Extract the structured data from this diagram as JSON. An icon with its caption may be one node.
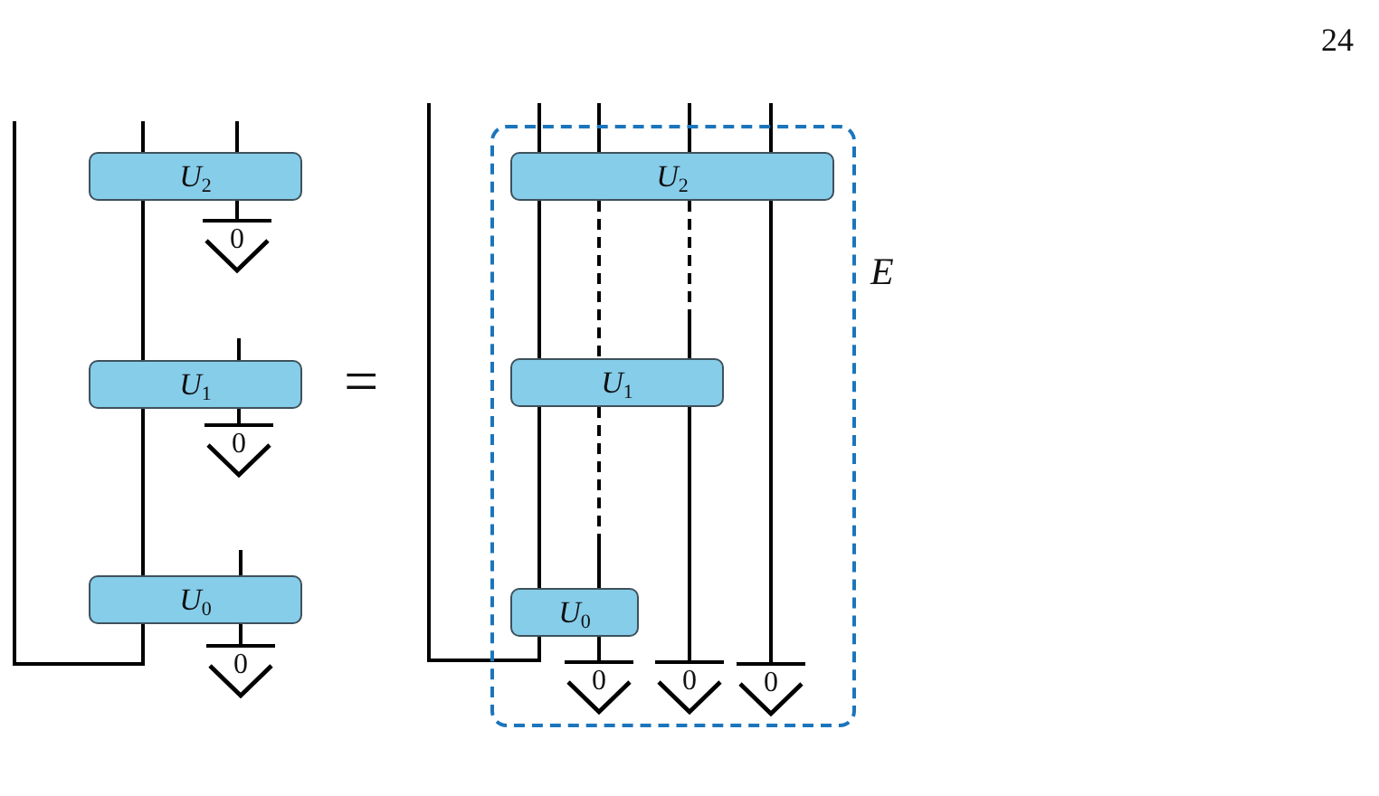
{
  "diagram": {
    "nodes": [
      {
        "text": [
          "U$_{2}$"
        ]
      },
      {
        "text": [
          "0"
        ]
      },
      {
        "text": [
          "U$_{1}$"
        ]
      },
      {
        "text": [
          "0"
        ]
      },
      {
        "text": [
          "U$_{0}$"
        ]
      },
      {
        "text": [
          "0"
        ]
      },
      {
        "text": [
          "E"
        ]
      },
      {
        "text": [
          "U$_{2}$"
        ],
        "in": 6
      },
      {
        "text": [
          "U$_{1}$"
        ],
        "in": 6
      },
      {
        "text": [
          "U$_{0}$"
        ],
        "in": 6
      },
      {
        "text": [
          "0"
        ],
        "in": 6
      },
      {
        "text": [
          "0"
        ],
        "in": 6
      },
      {
        "text": [
          "0"
        ],
        "in": 6
      }
    ],
    "edges": [
      {
        "from": null,
        "to": 0,
        "arrow": "none"
      },
      {
        "from": null,
        "to": 0,
        "arrow": "none"
      },
      {
        "from": 0,
        "to": 2,
        "arrow": "none"
      },
      {
        "from": 0,
        "to": 1,
        "arrow": "none"
      },
      {
        "from": null,
        "to": 2,
        "arrow": "none"
      },
      {
        "from": 2,
        "to": 4,
        "arrow": "none"
      },
      {
        "from": 2,
        "to": 3,
        "arrow": "none"
      },
      {
        "from": null,
        "to": 4,
        "arrow": "none"
      },
      {
        "from": 4,
        "to": 5,
        "arrow": "none"
      },
      {
        "from": null,
        "to": 4,
        "arrow": "none"
      },
      {
        "from": null,
        "to": 7,
        "arrow": "none"
      },
      {
        "from": null,
        "to": 7,
        "arrow": "none"
      },
      {
        "from": null,
        "to": 7,
        "arrow": "none"
      },
      {
        "from": null,
        "to": 7,
        "arrow": "none"
      },
      {
        "from": 7,
        "to": 8,
        "arrow": "none"
      },
      {
        "from": 7,
        "to": 8,
        "arrow": "none",
        "style": "dashed"
      },
      {
        "from": 7,
        "to": 8,
        "arrow": "none",
        "style": "dashed"
      },
      {
        "from": 7,
        "to": 12,
        "arrow": "none"
      },
      {
        "from": 8,
        "to": 9,
        "arrow": "none"
      },
      {
        "from": 8,
        "to": 9,
        "arrow": "none",
        "style": "dashed"
      },
      {
        "from": 8,
        "to": 11,
        "arrow": "none"
      },
      {
        "from": 9,
        "to": 10,
        "arrow": "none"
      },
      {
        "from": null,
        "to": 9,
        "arrow": "none"
      }
    ],
    "labels": [
      "24",
      "="
    ]
  }
}
